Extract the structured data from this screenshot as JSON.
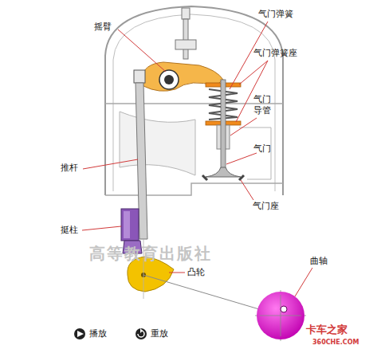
{
  "diagram": {
    "labels": [
      "气门弹簧",
      "摇臂",
      "气门弹簧座",
      "气门 导管",
      "气门",
      "推杆",
      "气门座",
      "挺柱",
      "凸轮",
      "曲轴",
      "播放",
      "重放",
      "高等教育出版社",
      "卡车之家",
      "360CHE.COM"
    ]
  }
}
